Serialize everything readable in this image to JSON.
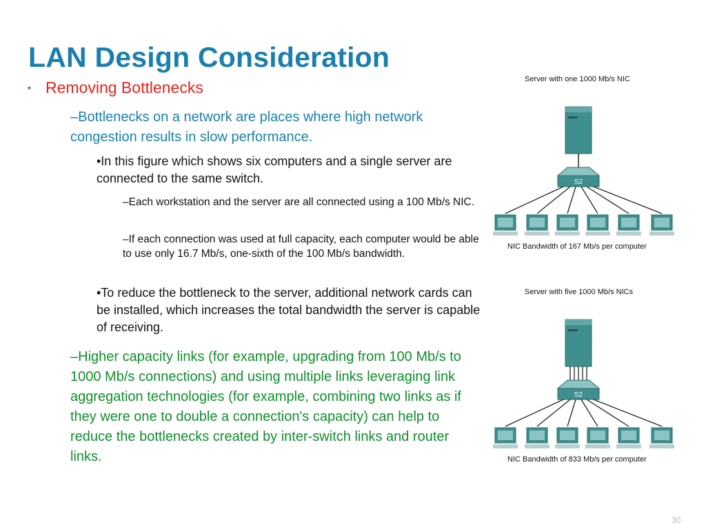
{
  "slide": {
    "title": "LAN Design Consideration",
    "page_number": "30",
    "heading": {
      "bullet": "▪",
      "text": "Removing Bottlenecks"
    },
    "point1": "–Bottlenecks on a network are places where high network congestion results in slow performance.",
    "sub1": "•In this figure which shows six computers and a single server are connected to the same switch.",
    "sub1a": "–Each workstation and the server are all connected using a 100 Mb/s NIC.",
    "sub1b": "–If each connection was used at full capacity, each computer would be able to use only 16.7 Mb/s, one-sixth of the 100 Mb/s bandwidth.",
    "sub2": "•To reduce the bottleneck to the server, additional network cards can be installed, which increases the total bandwidth the server is capable of receiving.",
    "point2": "–Higher capacity links (for example, upgrading from 100 Mb/s to 1000 Mb/s connections) and using multiple links leveraging link aggregation technologies (for example, combining two links as if they were one to double a connection's capacity) can help to reduce the bottlenecks created by inter-switch links and router links."
  },
  "figures": {
    "top": {
      "caption_top": "Server with one 1000 Mb/s NIC",
      "caption_bottom": "NIC Bandwidth of 167 Mb/s per computer",
      "switch_label": "S2"
    },
    "bottom": {
      "caption_top": "Server with five 1000 Mb/s NICs",
      "caption_bottom": "NIC Bandwidth of 833 Mb/s per computer",
      "switch_label": "S2"
    }
  },
  "colors": {
    "title": "#1a7fae",
    "heading": "#e8211c",
    "body_blue": "#1a7fae",
    "body_green": "#0e8f2a",
    "device_teal": "#3f8f8f"
  }
}
